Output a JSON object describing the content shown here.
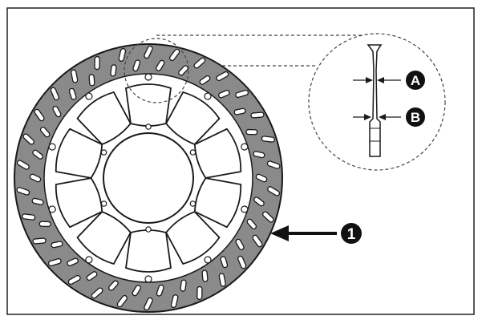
{
  "figure": {
    "callouts": [
      {
        "id": "1",
        "label": "1",
        "target": "brake-disc-friction-surface"
      },
      {
        "id": "A",
        "label": "A",
        "target": "disc-thickness-upper"
      },
      {
        "id": "B",
        "label": "B",
        "target": "disc-thickness-lower"
      }
    ],
    "colors": {
      "disc_fill": "#8a8a8a",
      "disc_stroke": "#1a1a1a",
      "callout_fill": "#111111",
      "callout_text": "#ffffff",
      "background": "#ffffff"
    }
  }
}
